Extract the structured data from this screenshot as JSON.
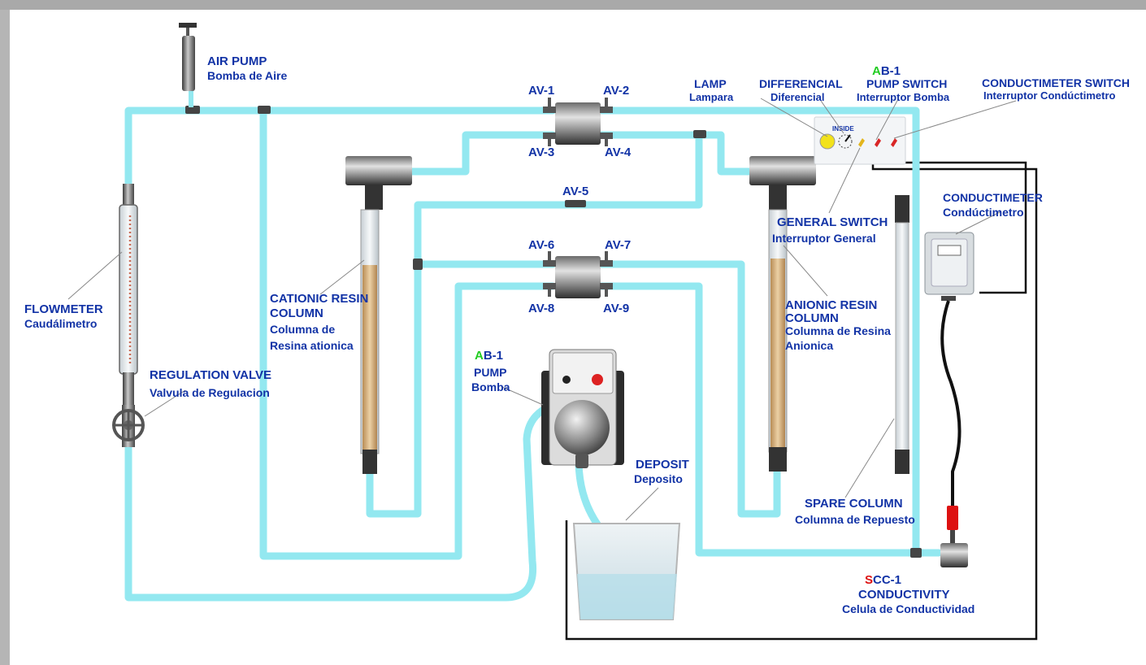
{
  "colors": {
    "pipe": "#93e8f0",
    "label": "#1233a6",
    "accent_green": "#22cc22",
    "accent_red": "#dd1111",
    "frame": "#a9a9a9",
    "panel": "#f3f5f7",
    "resin": "#d6b07c"
  },
  "labels": {
    "air_pump": {
      "en": "AIR PUMP",
      "es": "Bomba de Aire"
    },
    "flowmeter": {
      "en": "FLOWMETER",
      "es": "Caudálimetro"
    },
    "regulation_valve": {
      "en": "REGULATION VALVE",
      "es": "Valvula de Regulacion"
    },
    "cationic": {
      "l1": "CATIONIC RESIN",
      "l2": "COLUMN",
      "l3": "Columna de",
      "l4": "Resina  ationica"
    },
    "anionic": {
      "l1": "ANIONIC RESIN",
      "l2": "COLUMN",
      "l3": "Columna de Resina",
      "l4": "Anionica"
    },
    "pump": {
      "code_prefix": "A",
      "code_rest": "B-1",
      "en": "PUMP",
      "es": "Bomba"
    },
    "deposit": {
      "en": "DEPOSIT",
      "es": "Deposito"
    },
    "lamp": {
      "en": "LAMP",
      "es": "Lampara"
    },
    "differencial": {
      "en": "DIFFERENCIAL",
      "es": "Diferencial"
    },
    "pump_switch": {
      "code_prefix": "A",
      "code_rest": "B-1",
      "en": "PUMP SWITCH",
      "es": "Interruptor Bomba"
    },
    "conductimeter_switch": {
      "en": "CONDUCTIMETER SWITCH",
      "es": "Interruptor Condúctimetro"
    },
    "general_switch": {
      "en": "GENERAL SWITCH",
      "es": "Interruptor General"
    },
    "conductimeter": {
      "en": "CONDUCTIMETER",
      "es": "Condúctimetro"
    },
    "spare_column": {
      "en": "SPARE COLUMN",
      "es": "Columna de Repuesto"
    },
    "conductivity": {
      "code_prefix": "S",
      "code_rest": "CC-1",
      "en": "CONDUCTIVITY",
      "es": "Celula de Conductividad"
    },
    "panel_inside": "INSIDE",
    "valves": {
      "av1": "AV-1",
      "av2": "AV-2",
      "av3": "AV-3",
      "av4": "AV-4",
      "av5": "AV-5",
      "av6": "AV-6",
      "av7": "AV-7",
      "av8": "AV-8",
      "av9": "AV-9"
    }
  }
}
